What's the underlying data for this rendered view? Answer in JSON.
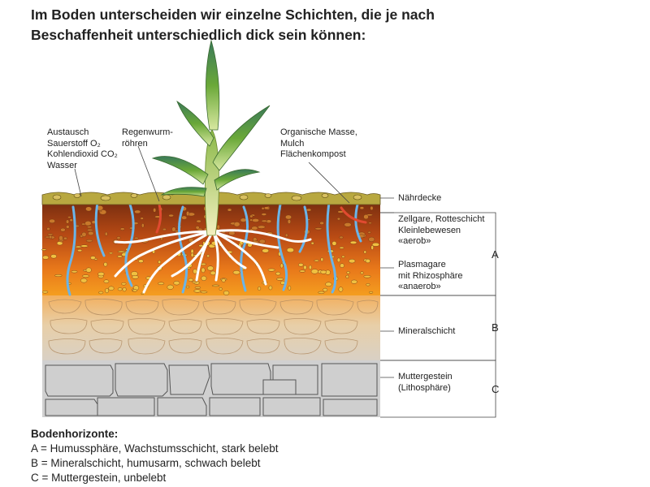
{
  "title": {
    "line1": "Im Boden unterscheiden wir einzelne Schichten, die je nach",
    "line2": "Beschaffenheit unterschiedlich dick sein können:"
  },
  "top_labels": {
    "austausch": "Austausch\nSauerstoff O₂\nKohlendioxid CO₂\nWasser",
    "regenwurm": "Regenwurm-\nröhren",
    "organisch": "Organische Masse,\nMulch\nFlächenkompost"
  },
  "layer_labels": {
    "naehrdecke": "Nährdecke",
    "zellgare": "Zellgare, Rotteschicht\nKleinlebewesen\n«aerob»",
    "plasmagare": "Plasmagare\nmit Rhizosphäre\n«anaerob»",
    "mineral": "Mineralschicht",
    "mutter": "Muttergestein\n(Lithosphäre)"
  },
  "horizon_letters": {
    "a": "A",
    "b": "B",
    "c": "C"
  },
  "legend": {
    "heading": "Bodenhorizonte:",
    "a": "A = Humussphäre, Wachstumsschicht, stark belebt",
    "b": "B = Mineralschicht, humusarm, schwach belebt",
    "c": "C = Muttergestein, unbelebt"
  },
  "colors": {
    "humus_top": "#8a3a12",
    "humus_bottom": "#f5a020",
    "mineral": "#e8c9a0",
    "rock": "#c8c8c8",
    "water": "#6ab4e8",
    "roots": "#ffffff",
    "leaf": "#5a9a30"
  }
}
